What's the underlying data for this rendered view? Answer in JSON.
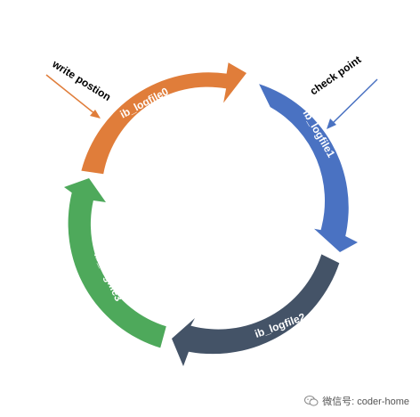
{
  "segments": [
    {
      "label": "ib_logfile0",
      "color": "#E07D3A"
    },
    {
      "label": "ib_logfile1",
      "color": "#4A72C2"
    },
    {
      "label": "ib_logfile2",
      "color": "#445367"
    },
    {
      "label": "ib_logfile3",
      "color": "#4EA95B"
    }
  ],
  "pointers": {
    "write": {
      "label": "write postion",
      "color": "#E07D3A"
    },
    "checkpoint": {
      "label": "check point",
      "color": "#4A72C2"
    }
  },
  "watermark": {
    "text": "微信号: coder-home",
    "icon": "wechat-icon"
  }
}
